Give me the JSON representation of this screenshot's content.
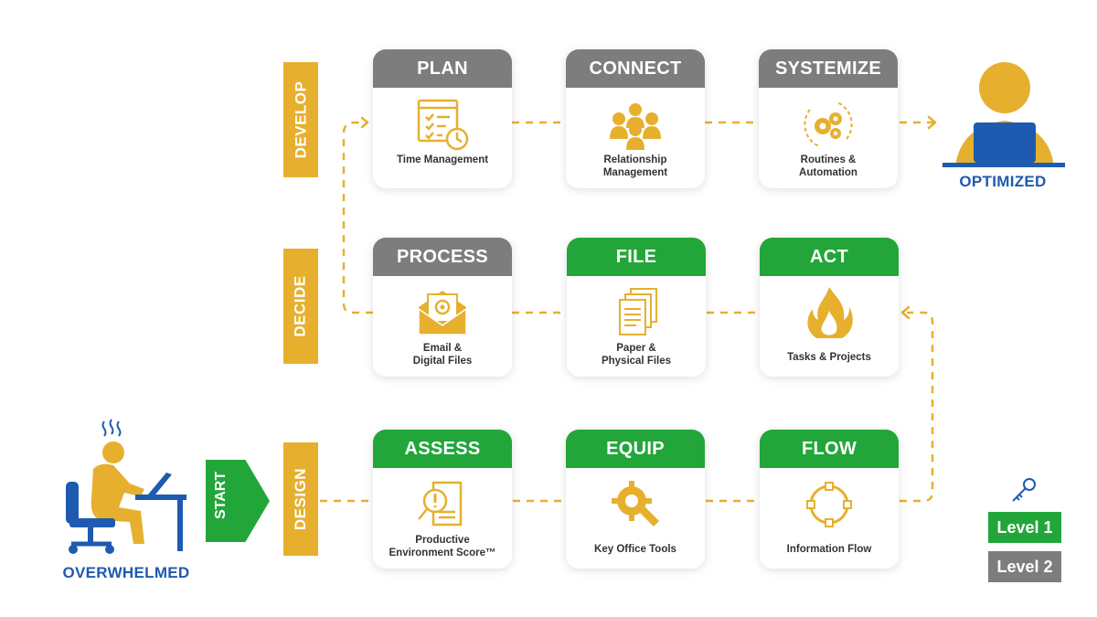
{
  "colors": {
    "gold": "#E6B02E",
    "green": "#22A63A",
    "grey": "#7D7D7D",
    "blue": "#1E5BB0"
  },
  "phases": {
    "develop": "DEVELOP",
    "decide": "DECIDE",
    "design": "DESIGN"
  },
  "start": "START",
  "cards": {
    "plan": {
      "title": "PLAN",
      "caption": "Time Management",
      "icon": "schedule-clock-icon"
    },
    "connect": {
      "title": "CONNECT",
      "caption": "Relationship\nManagement",
      "icon": "people-group-icon"
    },
    "systemize": {
      "title": "SYSTEMIZE",
      "caption": "Routines &\nAutomation",
      "icon": "gears-cycle-icon"
    },
    "process": {
      "title": "PROCESS",
      "caption": "Email &\nDigital Files",
      "icon": "email-envelope-icon"
    },
    "file": {
      "title": "FILE",
      "caption": "Paper &\nPhysical Files",
      "icon": "paper-stack-icon"
    },
    "act": {
      "title": "ACT",
      "caption": "Tasks & Projects",
      "icon": "fire-icon"
    },
    "assess": {
      "title": "ASSESS",
      "caption": "Productive\nEnvironment Score™",
      "icon": "magnifier-document-icon"
    },
    "equip": {
      "title": "EQUIP",
      "caption": "Key Office Tools",
      "icon": "wrench-gear-icon"
    },
    "flow": {
      "title": "FLOW",
      "caption": "Information Flow",
      "icon": "circular-flow-icon"
    }
  },
  "overwhelmed": "OVERWHELMED",
  "optimized": "OPTIMIZED",
  "legend": {
    "level1": "Level 1",
    "level2": "Level 2",
    "icon": "key-icon"
  }
}
